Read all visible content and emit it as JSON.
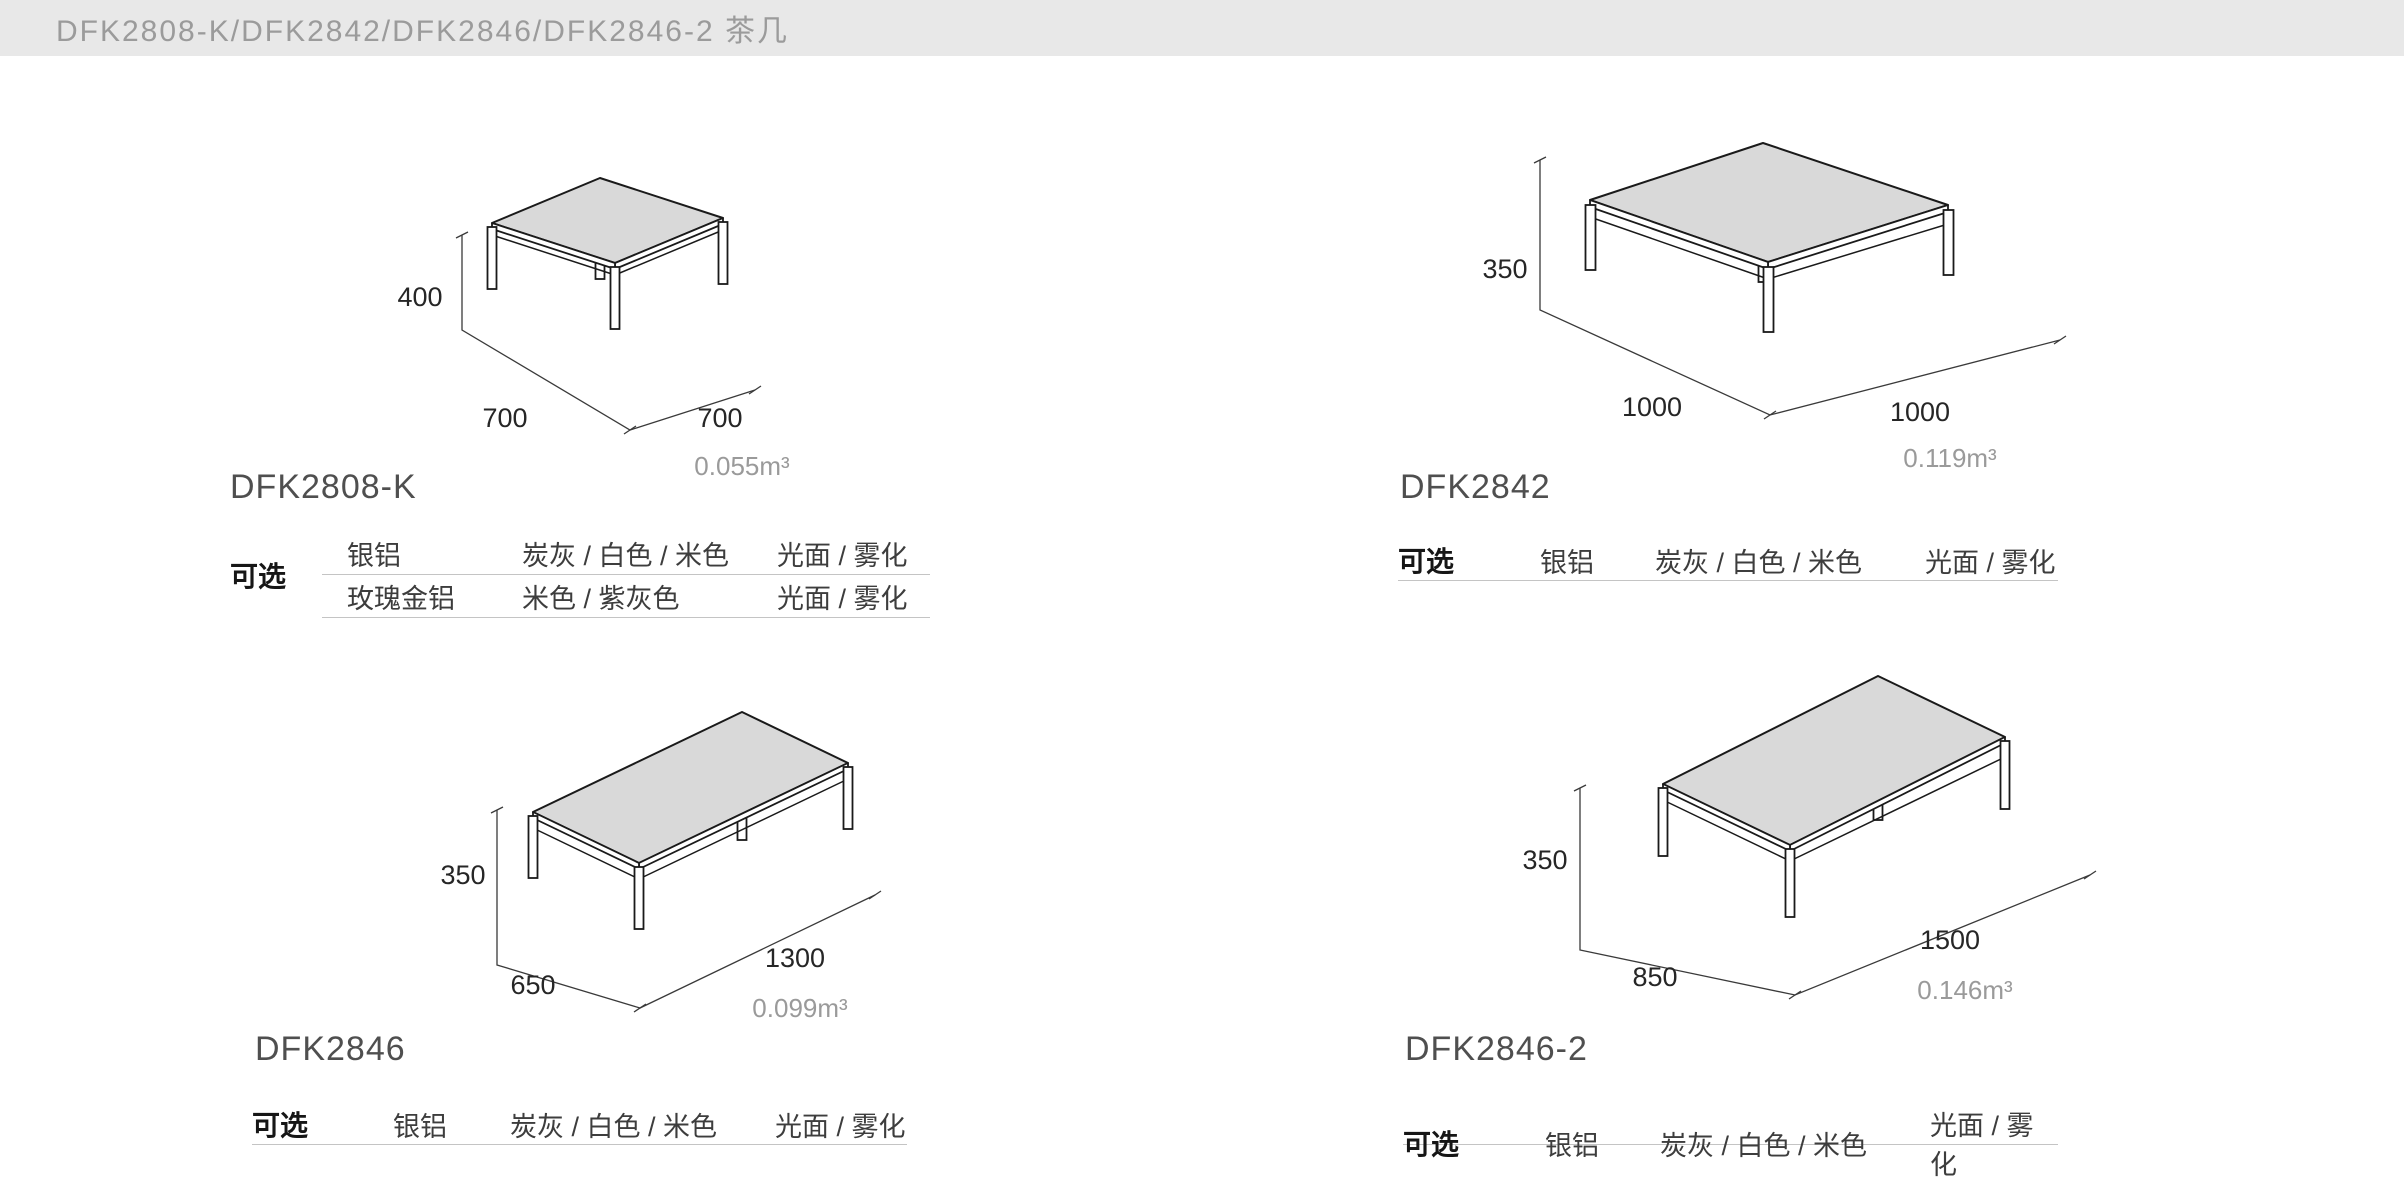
{
  "header": {
    "title": "DFK2808-K/DFK2842/DFK2846/DFK2846-2 茶几"
  },
  "options_label": "可选",
  "products": [
    {
      "name": "DFK2808-K",
      "height": "400",
      "depth": "700",
      "width": "700",
      "volume": "0.055m³",
      "options": [
        {
          "frame": "银铝",
          "colors": "炭灰 / 白色 / 米色",
          "finish": "光面 / 雾化"
        },
        {
          "frame": "玫瑰金铝",
          "colors": "米色 / 紫灰色",
          "finish": "光面 / 雾化"
        }
      ]
    },
    {
      "name": "DFK2842",
      "height": "350",
      "depth": "1000",
      "width": "1000",
      "volume": "0.119m³",
      "options": [
        {
          "frame": "银铝",
          "colors": "炭灰 / 白色 / 米色",
          "finish": "光面 / 雾化"
        }
      ]
    },
    {
      "name": "DFK2846",
      "height": "350",
      "depth": "650",
      "width": "1300",
      "volume": "0.099m³",
      "options": [
        {
          "frame": "银铝",
          "colors": "炭灰 / 白色 / 米色",
          "finish": "光面 / 雾化"
        }
      ]
    },
    {
      "name": "DFK2846-2",
      "height": "350",
      "depth": "850",
      "width": "1500",
      "volume": "0.146m³",
      "options": [
        {
          "frame": "银铝",
          "colors": "炭灰 / 白色 / 米色",
          "finish": "光面 / 雾化"
        }
      ]
    }
  ],
  "colors": {
    "header_bg": "#e8e8e8",
    "header_text": "#9b9b9b",
    "table_top_fill": "#d9d9d9",
    "line": "#1a1a1a",
    "muted_text": "#9a9a9a",
    "rule": "#c4c4c4"
  }
}
